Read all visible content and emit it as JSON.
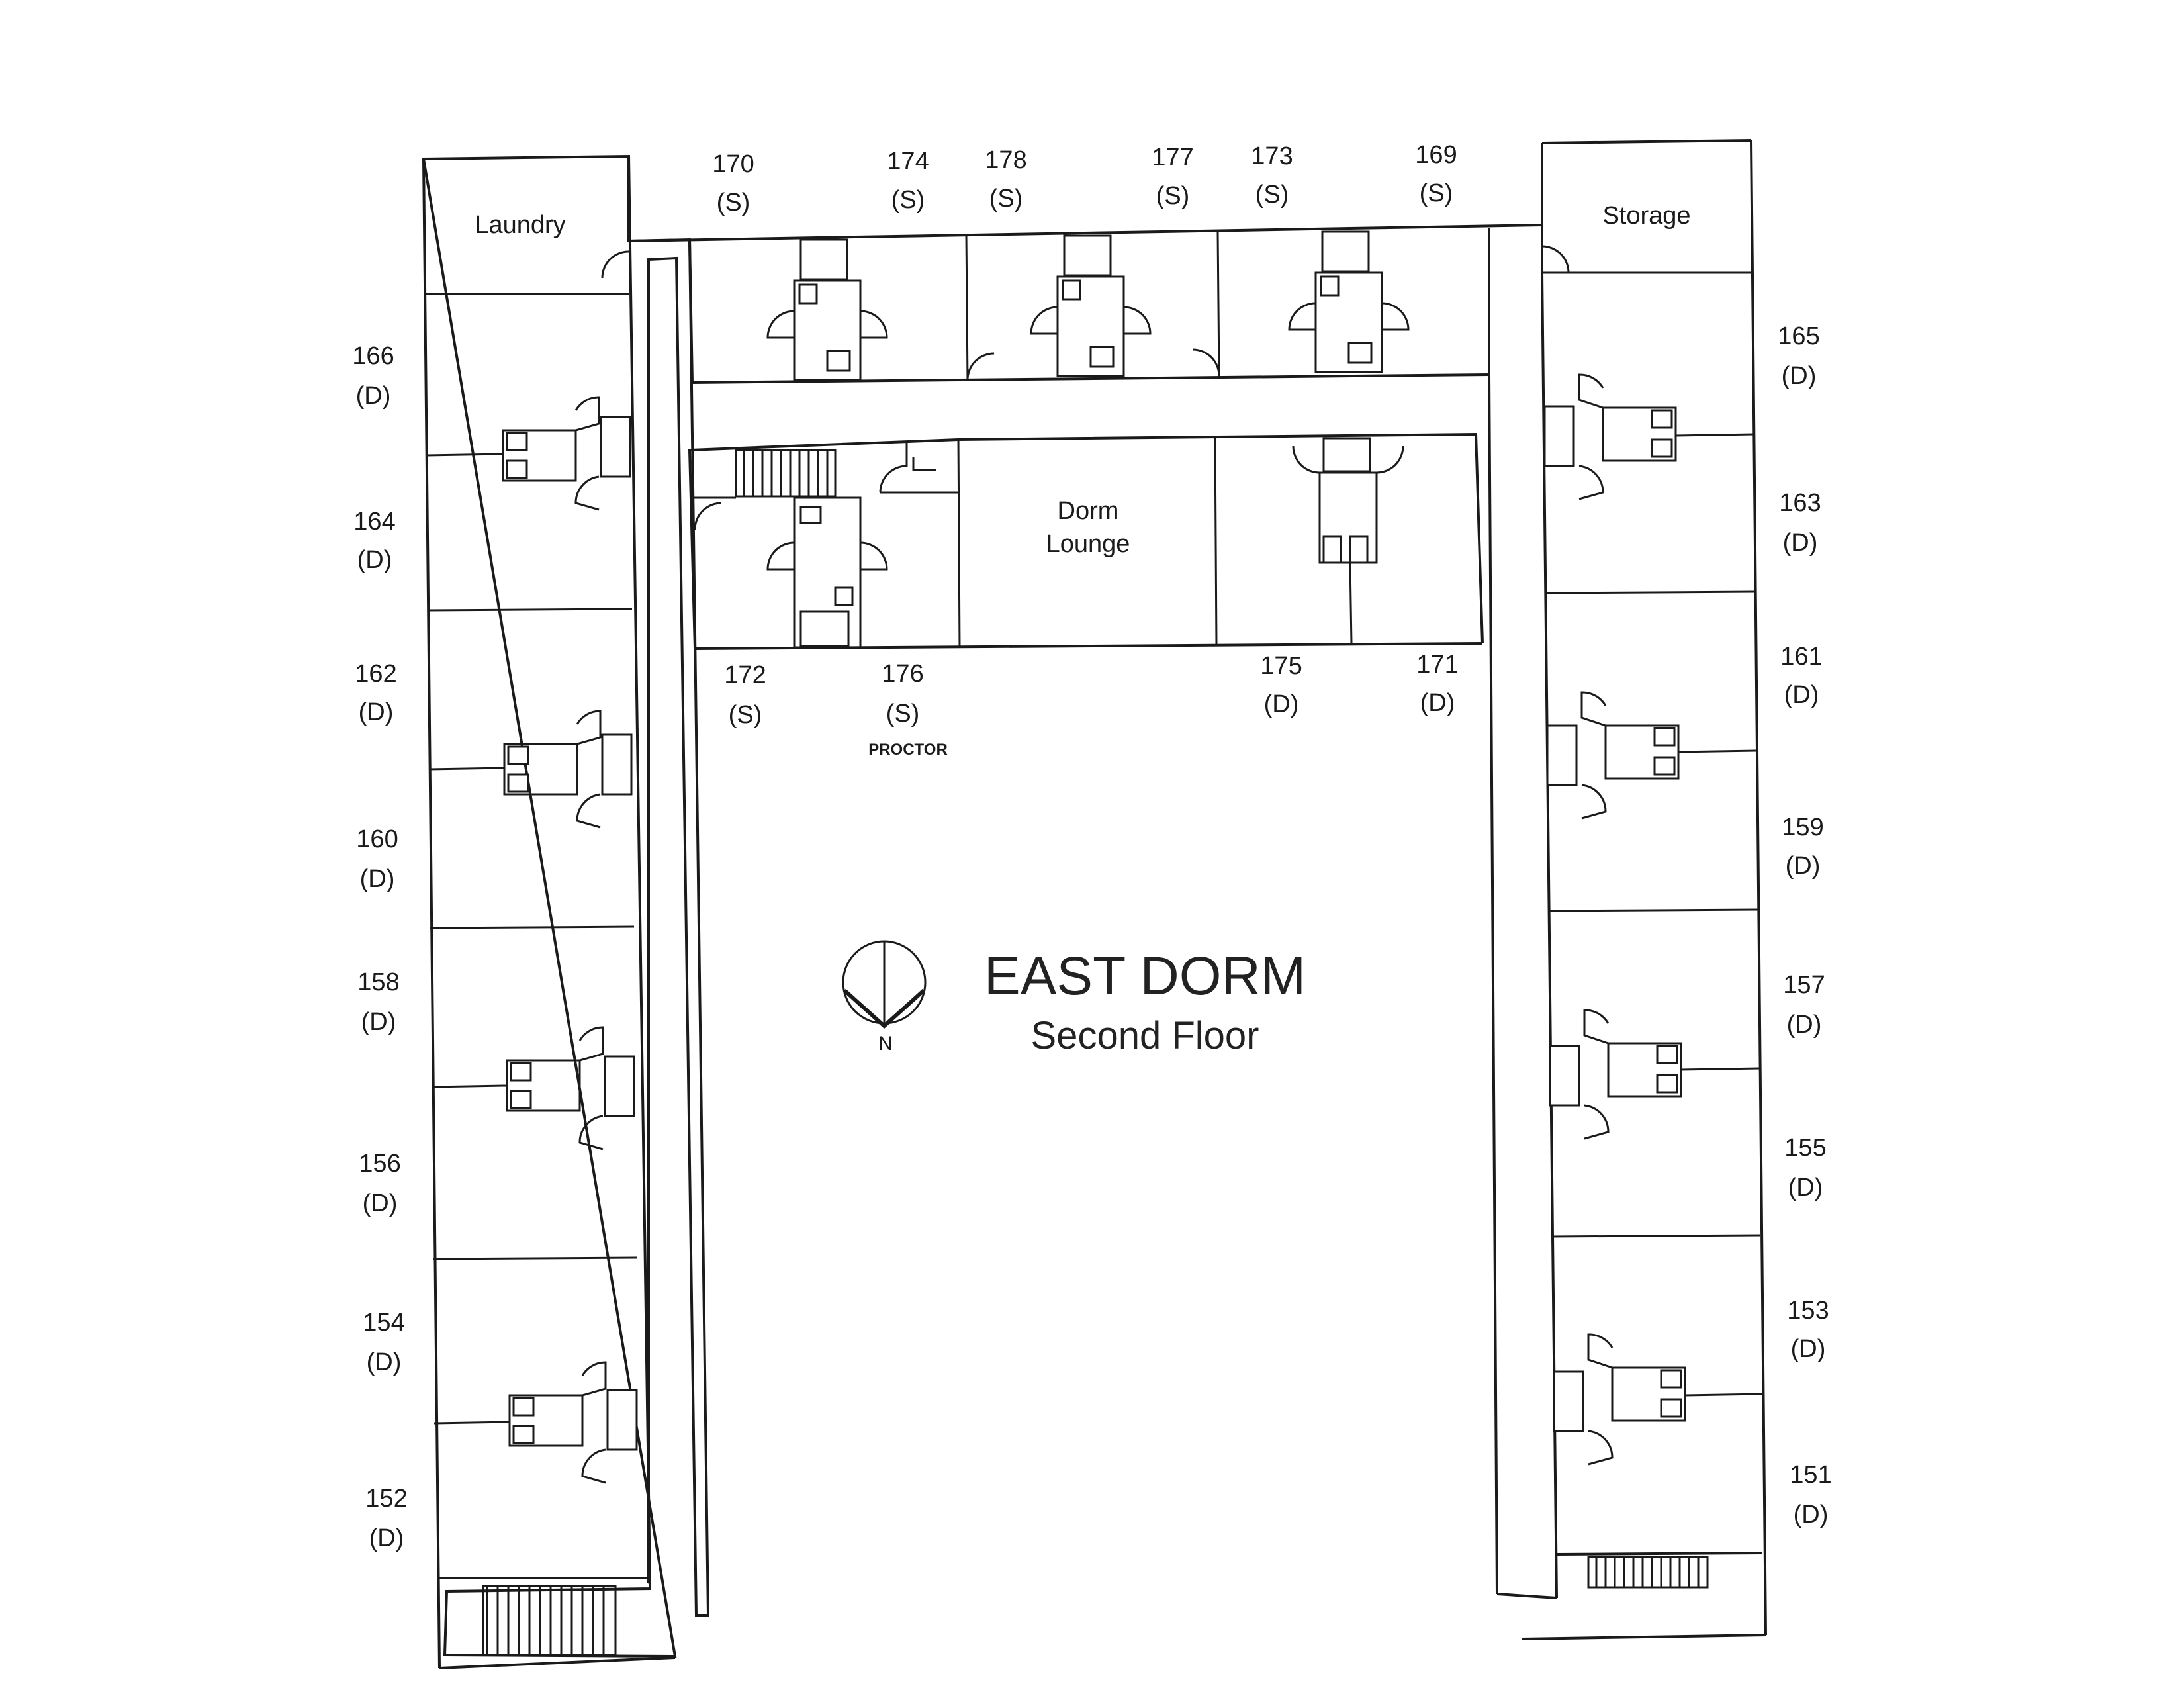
{
  "title": "EAST DORM",
  "subtitle": "Second Floor",
  "north_label": "N",
  "spaces": {
    "laundry": "Laundry",
    "storage": "Storage",
    "lounge_line1": "Dorm",
    "lounge_line2": "Lounge",
    "proctor": "PROCTOR"
  },
  "rooms": {
    "r170": {
      "num": "170",
      "type": "(S)"
    },
    "r174": {
      "num": "174",
      "type": "(S)"
    },
    "r178": {
      "num": "178",
      "type": "(S)"
    },
    "r177": {
      "num": "177",
      "type": "(S)"
    },
    "r173": {
      "num": "173",
      "type": "(S)"
    },
    "r169": {
      "num": "169",
      "type": "(S)"
    },
    "r172": {
      "num": "172",
      "type": "(S)"
    },
    "r176": {
      "num": "176",
      "type": "(S)"
    },
    "r175": {
      "num": "175",
      "type": "(D)"
    },
    "r171": {
      "num": "171",
      "type": "(D)"
    },
    "r166": {
      "num": "166",
      "type": "(D)"
    },
    "r164": {
      "num": "164",
      "type": "(D)"
    },
    "r162": {
      "num": "162",
      "type": "(D)"
    },
    "r160": {
      "num": "160",
      "type": "(D)"
    },
    "r158": {
      "num": "158",
      "type": "(D)"
    },
    "r156": {
      "num": "156",
      "type": "(D)"
    },
    "r154": {
      "num": "154",
      "type": "(D)"
    },
    "r152": {
      "num": "152",
      "type": "(D)"
    },
    "r165": {
      "num": "165",
      "type": "(D)"
    },
    "r163": {
      "num": "163",
      "type": "(D)"
    },
    "r161": {
      "num": "161",
      "type": "(D)"
    },
    "r159": {
      "num": "159",
      "type": "(D)"
    },
    "r157": {
      "num": "157",
      "type": "(D)"
    },
    "r155": {
      "num": "155",
      "type": "(D)"
    },
    "r153": {
      "num": "153",
      "type": "(D)"
    },
    "r151": {
      "num": "151",
      "type": "(D)"
    }
  }
}
